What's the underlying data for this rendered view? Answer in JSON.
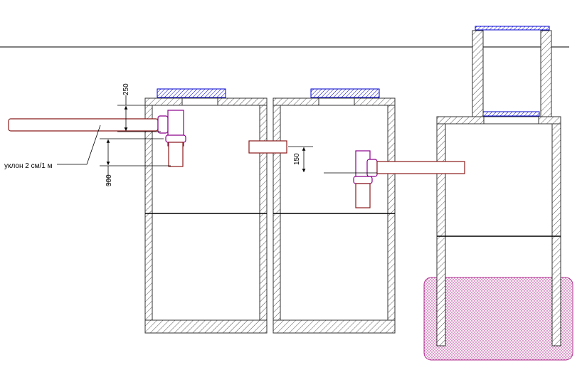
{
  "labels": {
    "slope_note": "уклон 2 см/1 м",
    "dim_inlet_top": "250",
    "dim_inlet_drop": "300",
    "dim_outlet": "150"
  },
  "colors": {
    "wall_line": "#333333",
    "hatch": "#555555",
    "pipe": "#8b1a1a",
    "tee": "#8b008b",
    "lid": "#0000cc",
    "gravel": "#b03090",
    "gravel_fill": "#f7e6f1",
    "ground": "#000000"
  }
}
